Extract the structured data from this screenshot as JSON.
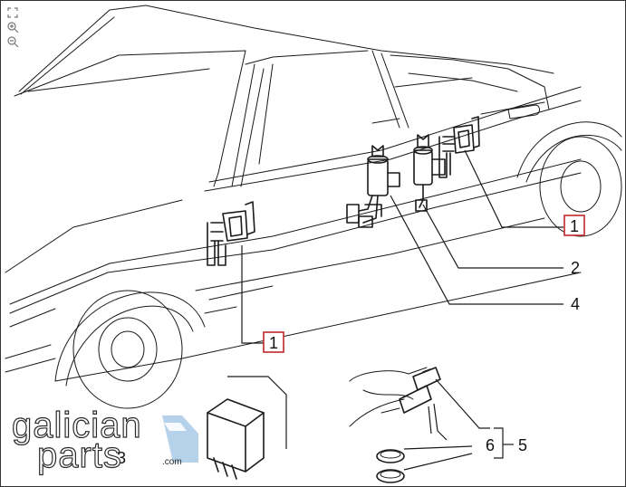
{
  "toolbar": {
    "fit_icon": "fit-to-screen-icon",
    "zoom_in_icon": "zoom-in-icon",
    "zoom_out_icon": "zoom-out-icon"
  },
  "callouts": {
    "item_1_front": "1",
    "item_1_rear": "1",
    "item_2": "2",
    "item_3": "3",
    "item_4": "4",
    "item_5": "5",
    "item_6": "6"
  },
  "watermark": {
    "line1": "galician",
    "line2": "parts",
    "domain": ".com"
  },
  "colors": {
    "callout_box": "#c0282d",
    "logo_blue": "#a9c9e6",
    "line_art": "#1a1a1a"
  }
}
